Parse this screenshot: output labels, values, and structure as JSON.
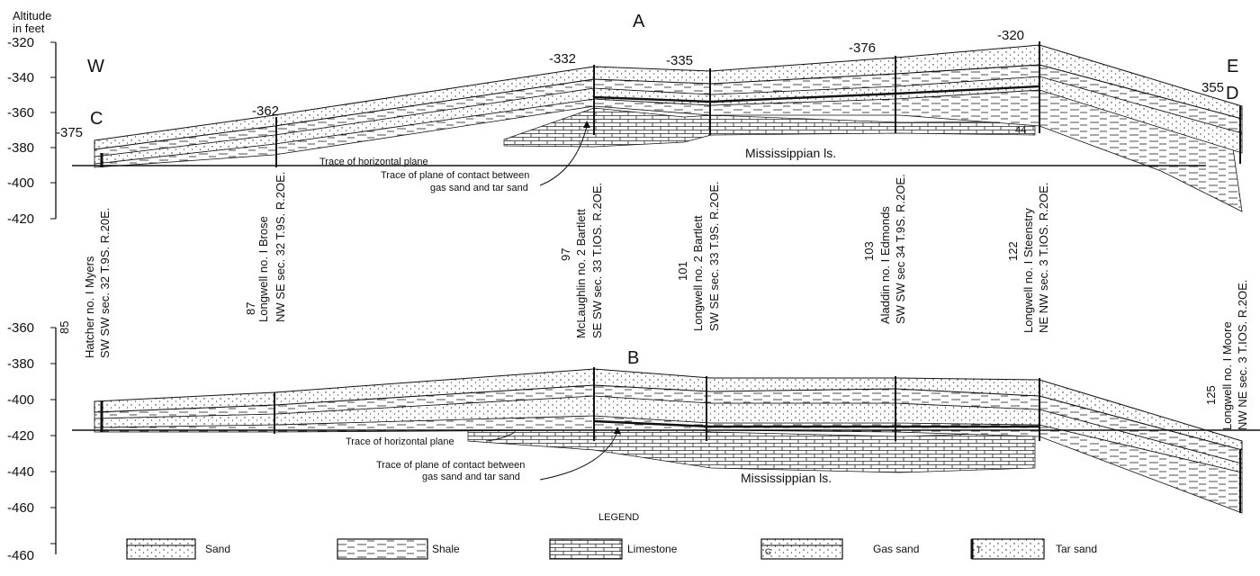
{
  "axis": {
    "title_line1": "Altitude",
    "title_line2": "in feet",
    "upper_ticks": [
      "-320",
      "-340",
      "-360",
      "-380",
      "-400",
      "-420"
    ],
    "lower_ticks": [
      "-360",
      "-380",
      "-400",
      "-420",
      "-440",
      "-460"
    ]
  },
  "letters": {
    "west": "W",
    "east": "E",
    "upper_section": "A",
    "lower_section": "B",
    "left_end": "C",
    "right_end": "D"
  },
  "elevations": [
    "-375",
    "-362",
    "-332",
    "-335",
    "-376",
    "-320",
    "355"
  ],
  "wells": [
    {
      "number": "85",
      "name": "Hatcher no. I Myers",
      "location": "SW SW sec. 32 T.9S. R.20E."
    },
    {
      "number": "87",
      "name": "Longwell no. I Brose",
      "location": "NW SE sec. 32 T.9S. R.2OE."
    },
    {
      "number": "97",
      "name": "McLaughlin no. 2 Bartlett",
      "location": "SE SW sec. 33 T.IOS. R.2OE."
    },
    {
      "number": "101",
      "name": "Longwell no. 2 Bartlett",
      "location": "SW SE sec. 33 T.9S. R.2OE."
    },
    {
      "number": "103",
      "name": "Aladdin no. I Edmonds",
      "location": "SW SW sec 34 T.9S. R.2OE."
    },
    {
      "number": "122",
      "name": "Longwell no. I Steenstry",
      "location": "NE NW sec. 3 T.IOS. R.2OE."
    },
    {
      "number": "125",
      "name": "Longwell no. I Moore",
      "location": "NW NE sec. 3 T.IOS. R.2OE."
    }
  ],
  "annotations": {
    "upper_horizontal": "Trace of horizontal plane",
    "upper_contact_1": "Trace of plane of contact between",
    "upper_contact_2": "gas sand and tar sand",
    "upper_miss": "Mississippian ls.",
    "upper_44": "44",
    "lower_horizontal": "Trace of horizontal plane",
    "lower_contact_1": "Trace of plane of contact between",
    "lower_contact_2": "gas sand and tar sand",
    "lower_miss": "Mississippian ls."
  },
  "legend": {
    "title": "LEGEND",
    "items": [
      {
        "key": "sand",
        "label": "Sand"
      },
      {
        "key": "shale",
        "label": "Shale"
      },
      {
        "key": "limestone",
        "label": "Limestone"
      },
      {
        "key": "gas",
        "label": "Gas sand"
      },
      {
        "key": "tar",
        "label": "Tar sand"
      }
    ]
  },
  "colors": {
    "ink": "#111111",
    "paper": "#ffffff"
  }
}
